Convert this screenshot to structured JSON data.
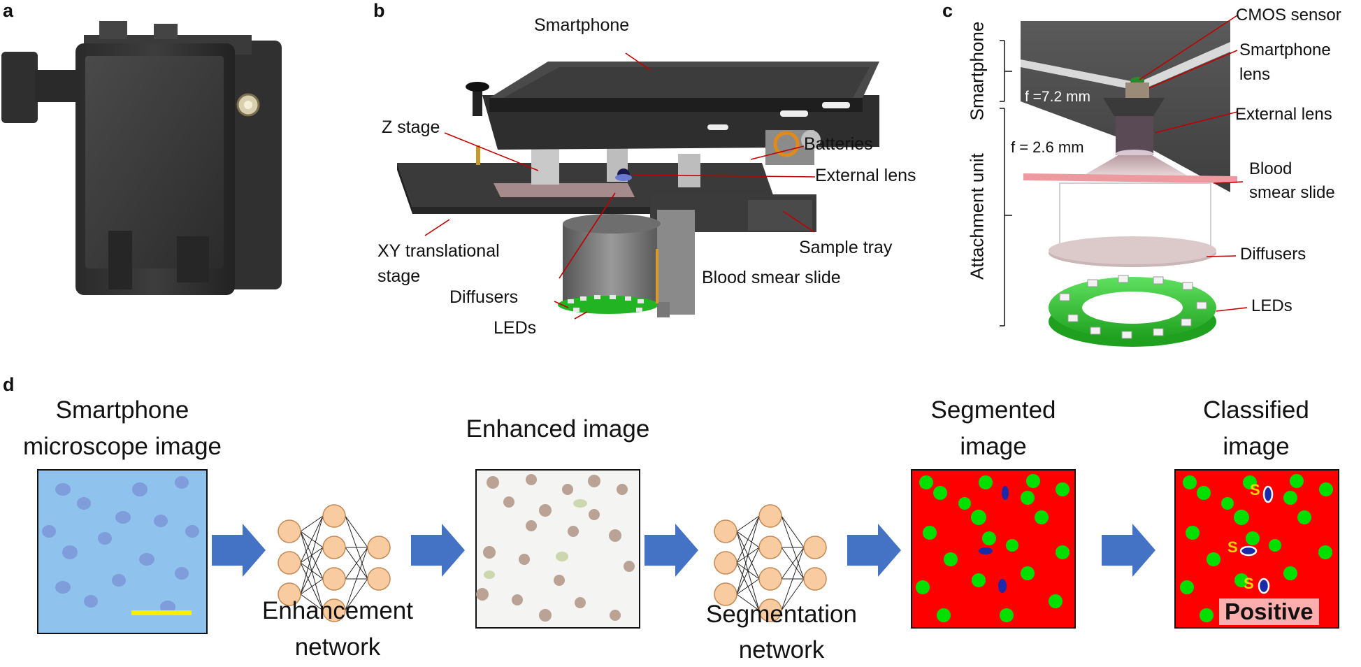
{
  "panels": {
    "a": {
      "letter": "a"
    },
    "b": {
      "letter": "b",
      "labels": {
        "smartphone": "Smartphone",
        "z_stage": "Z stage",
        "batteries": "Batteries",
        "external_lens": "External lens",
        "xy_stage_line1": "XY translational",
        "xy_stage_line2": "stage",
        "sample_tray": "Sample tray",
        "diffusers": "Diffusers",
        "blood_smear_slide": "Blood smear slide",
        "leds": "LEDs"
      }
    },
    "c": {
      "letter": "c",
      "labels": {
        "cmos_sensor": "CMOS sensor",
        "smartphone_lens_line1": "Smartphone",
        "smartphone_lens_line2": "lens",
        "external_lens": "External lens",
        "blood_smear_line1": "Blood",
        "blood_smear_line2": "smear slide",
        "diffusers": "Diffusers",
        "leds": "LEDs",
        "f_phone": "f =7.2 mm",
        "f_external": "f = 2.6 mm",
        "bracket_smartphone": "Smartphone",
        "bracket_attachment": "Attachment unit"
      }
    },
    "d": {
      "letter": "d",
      "stages": {
        "input_line1": "Smartphone",
        "input_line2": "microscope image",
        "enhanced": "Enhanced image",
        "segmented_line1": "Segmented",
        "segmented_line2": "image",
        "classified_line1": "Classified",
        "classified_line2": "image"
      },
      "networks": {
        "enhancement_line1": "Enhancement",
        "enhancement_line2": "network",
        "segmentation_line1": "Segmentation",
        "segmentation_line2": "network"
      },
      "parasite_tag": "S",
      "result": "Positive"
    }
  },
  "colors": {
    "arrow_blue": "#4472c4",
    "neuron_fill": "#f8cba1",
    "neuron_stroke": "#c58a55",
    "segment_red": "#ff0000",
    "segment_green": "#00e000",
    "parasite_blue": "#1a2aa8",
    "input_bg": "#8fc3ee",
    "scale_bar": "#f4f000",
    "leader_red": "#c00000"
  }
}
